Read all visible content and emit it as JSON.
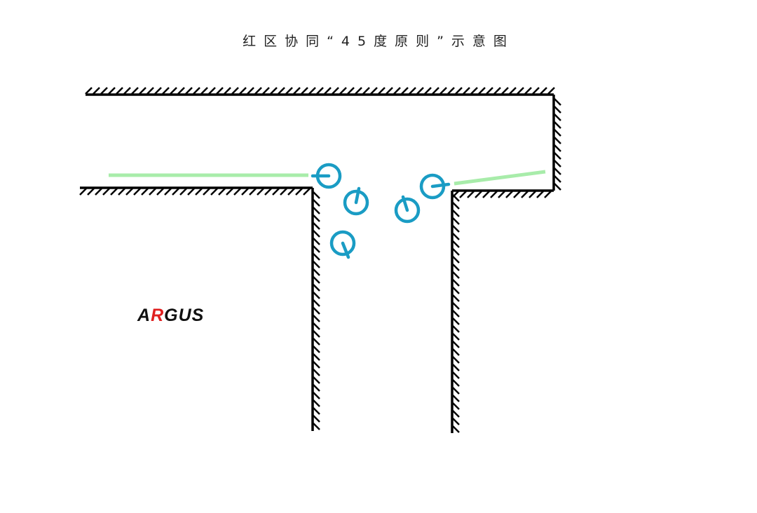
{
  "title": "红区协同“45度原则”示意图",
  "logo": {
    "part1": "A",
    "part2": "R",
    "part3": "GUS"
  },
  "colors": {
    "wall": "#000000",
    "operator": "#1a9cc4",
    "sightline": "#a8ecaa",
    "logo_accent": "#e02020"
  }
}
